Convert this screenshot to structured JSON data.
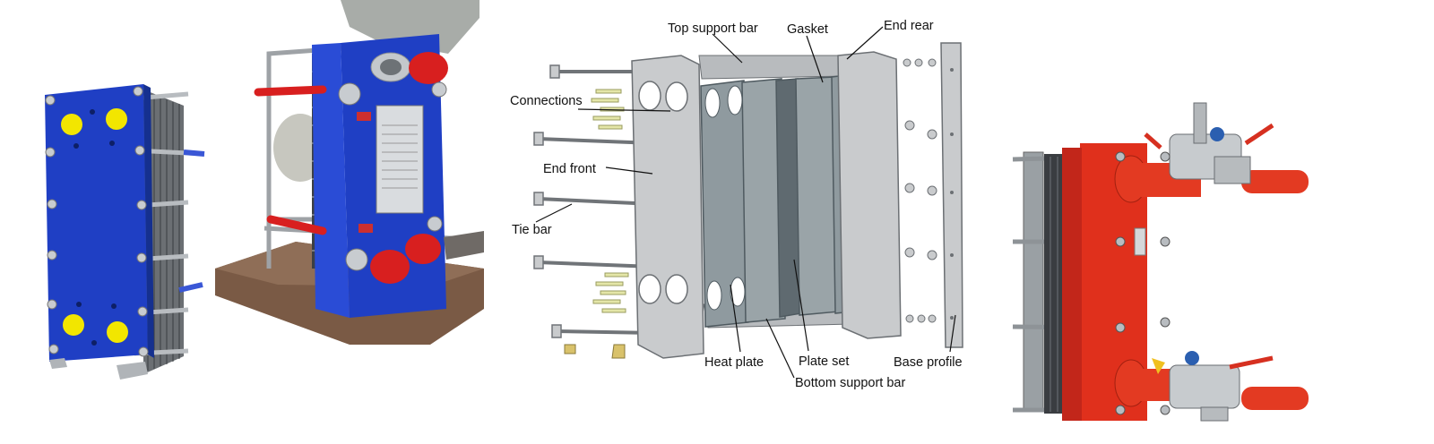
{
  "diagram": {
    "labels": {
      "top_support_bar": "Top support bar",
      "gasket": "Gasket",
      "end_rear": "End rear",
      "connections": "Connections",
      "end_front": "End front",
      "tie_bar": "Tie bar",
      "heat_plate": "Heat plate",
      "plate_set": "Plate set",
      "base_profile": "Base profile",
      "bottom_support_bar": "Bottom support bar"
    }
  },
  "colors": {
    "blue_frame": "#1f3fc4",
    "yellow_cap": "#f2e600",
    "red_cap": "#d81f1f",
    "red_frame": "#e0301c",
    "diagram_gray": "#c9cbcd",
    "plate_gray": "#8f9a9f"
  }
}
